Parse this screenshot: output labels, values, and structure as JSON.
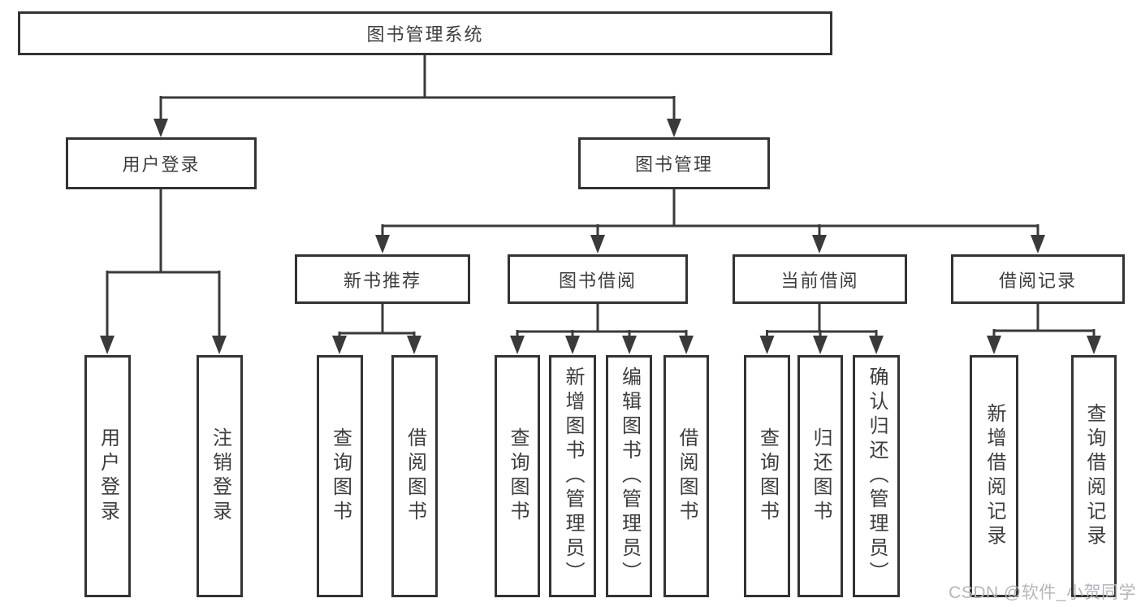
{
  "diagram": {
    "root": "图书管理系统",
    "level2": {
      "user_login": "用户登录",
      "book_management": "图书管理"
    },
    "level3": {
      "new_book": "新书推荐",
      "book_borrow": "图书借阅",
      "current_borrow": "当前借阅",
      "borrow_records": "借阅记录"
    },
    "leaves": {
      "user_login": "用户登录",
      "logout": "注销登录",
      "nb_query": "查询图书",
      "nb_borrow": "借阅图书",
      "bb_query": "查询图书",
      "bb_add": "新增图书（管理员）",
      "bb_edit": "编辑图书（管理员）",
      "bb_borrow": "借阅图书",
      "cb_query": "查询图书",
      "cb_return": "归还图书",
      "cb_confirm": "确认归还（管理员）",
      "br_add": "新增借阅记录",
      "br_query": "查询借阅记录"
    }
  },
  "watermark": "CSDN @软件_小贺同学",
  "colors": {
    "line": "#3a3a3a",
    "box_border": "#333333",
    "text": "#3d3d3d",
    "watermark": "#b3b6bb",
    "background": "#ffffff"
  }
}
